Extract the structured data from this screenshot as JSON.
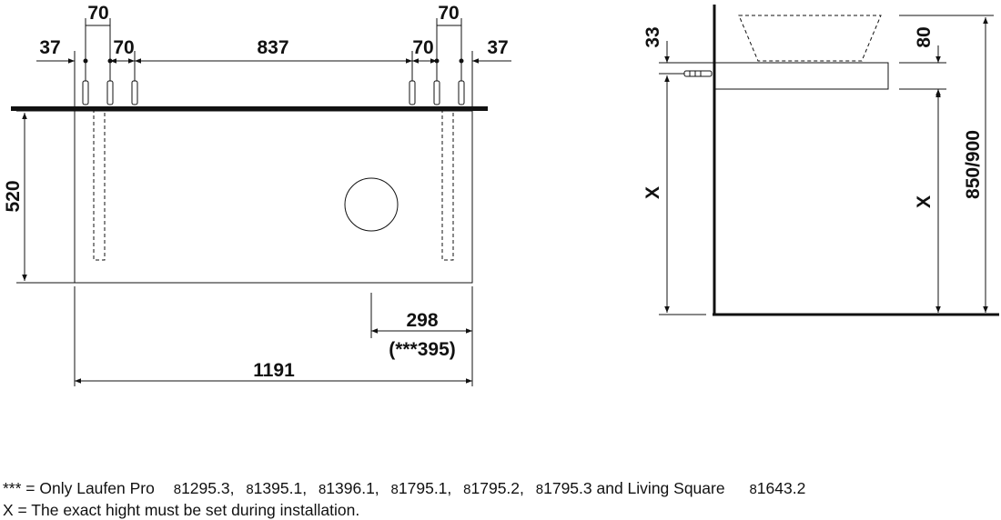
{
  "front_view": {
    "dims": {
      "top_left_outer": "70",
      "top_right_outer": "70",
      "left_edge": "37",
      "left_spacing": "70",
      "center_span": "837",
      "right_spacing": "70",
      "right_edge": "37",
      "height": "520",
      "hole_offset": "298",
      "hole_offset_alt": "(***395)",
      "total_width": "1191"
    }
  },
  "side_view": {
    "dims": {
      "bracket_offset": "33",
      "top_thickness": "80",
      "wall_height": "X",
      "under_height": "X",
      "total_height": "850/900"
    }
  },
  "notes": {
    "line1": {
      "prefix": "*** = Only Laufen Pro",
      "codes": [
        "8",
        "1295.3,",
        "8",
        "1395.1,",
        "8",
        "1396.1,",
        "8",
        "1795.1,",
        "8",
        "1795.2,",
        "8",
        "1795.3 and Living Square",
        "8",
        "1643.2"
      ]
    },
    "line2": "X = The exact hight must be set during installation."
  }
}
